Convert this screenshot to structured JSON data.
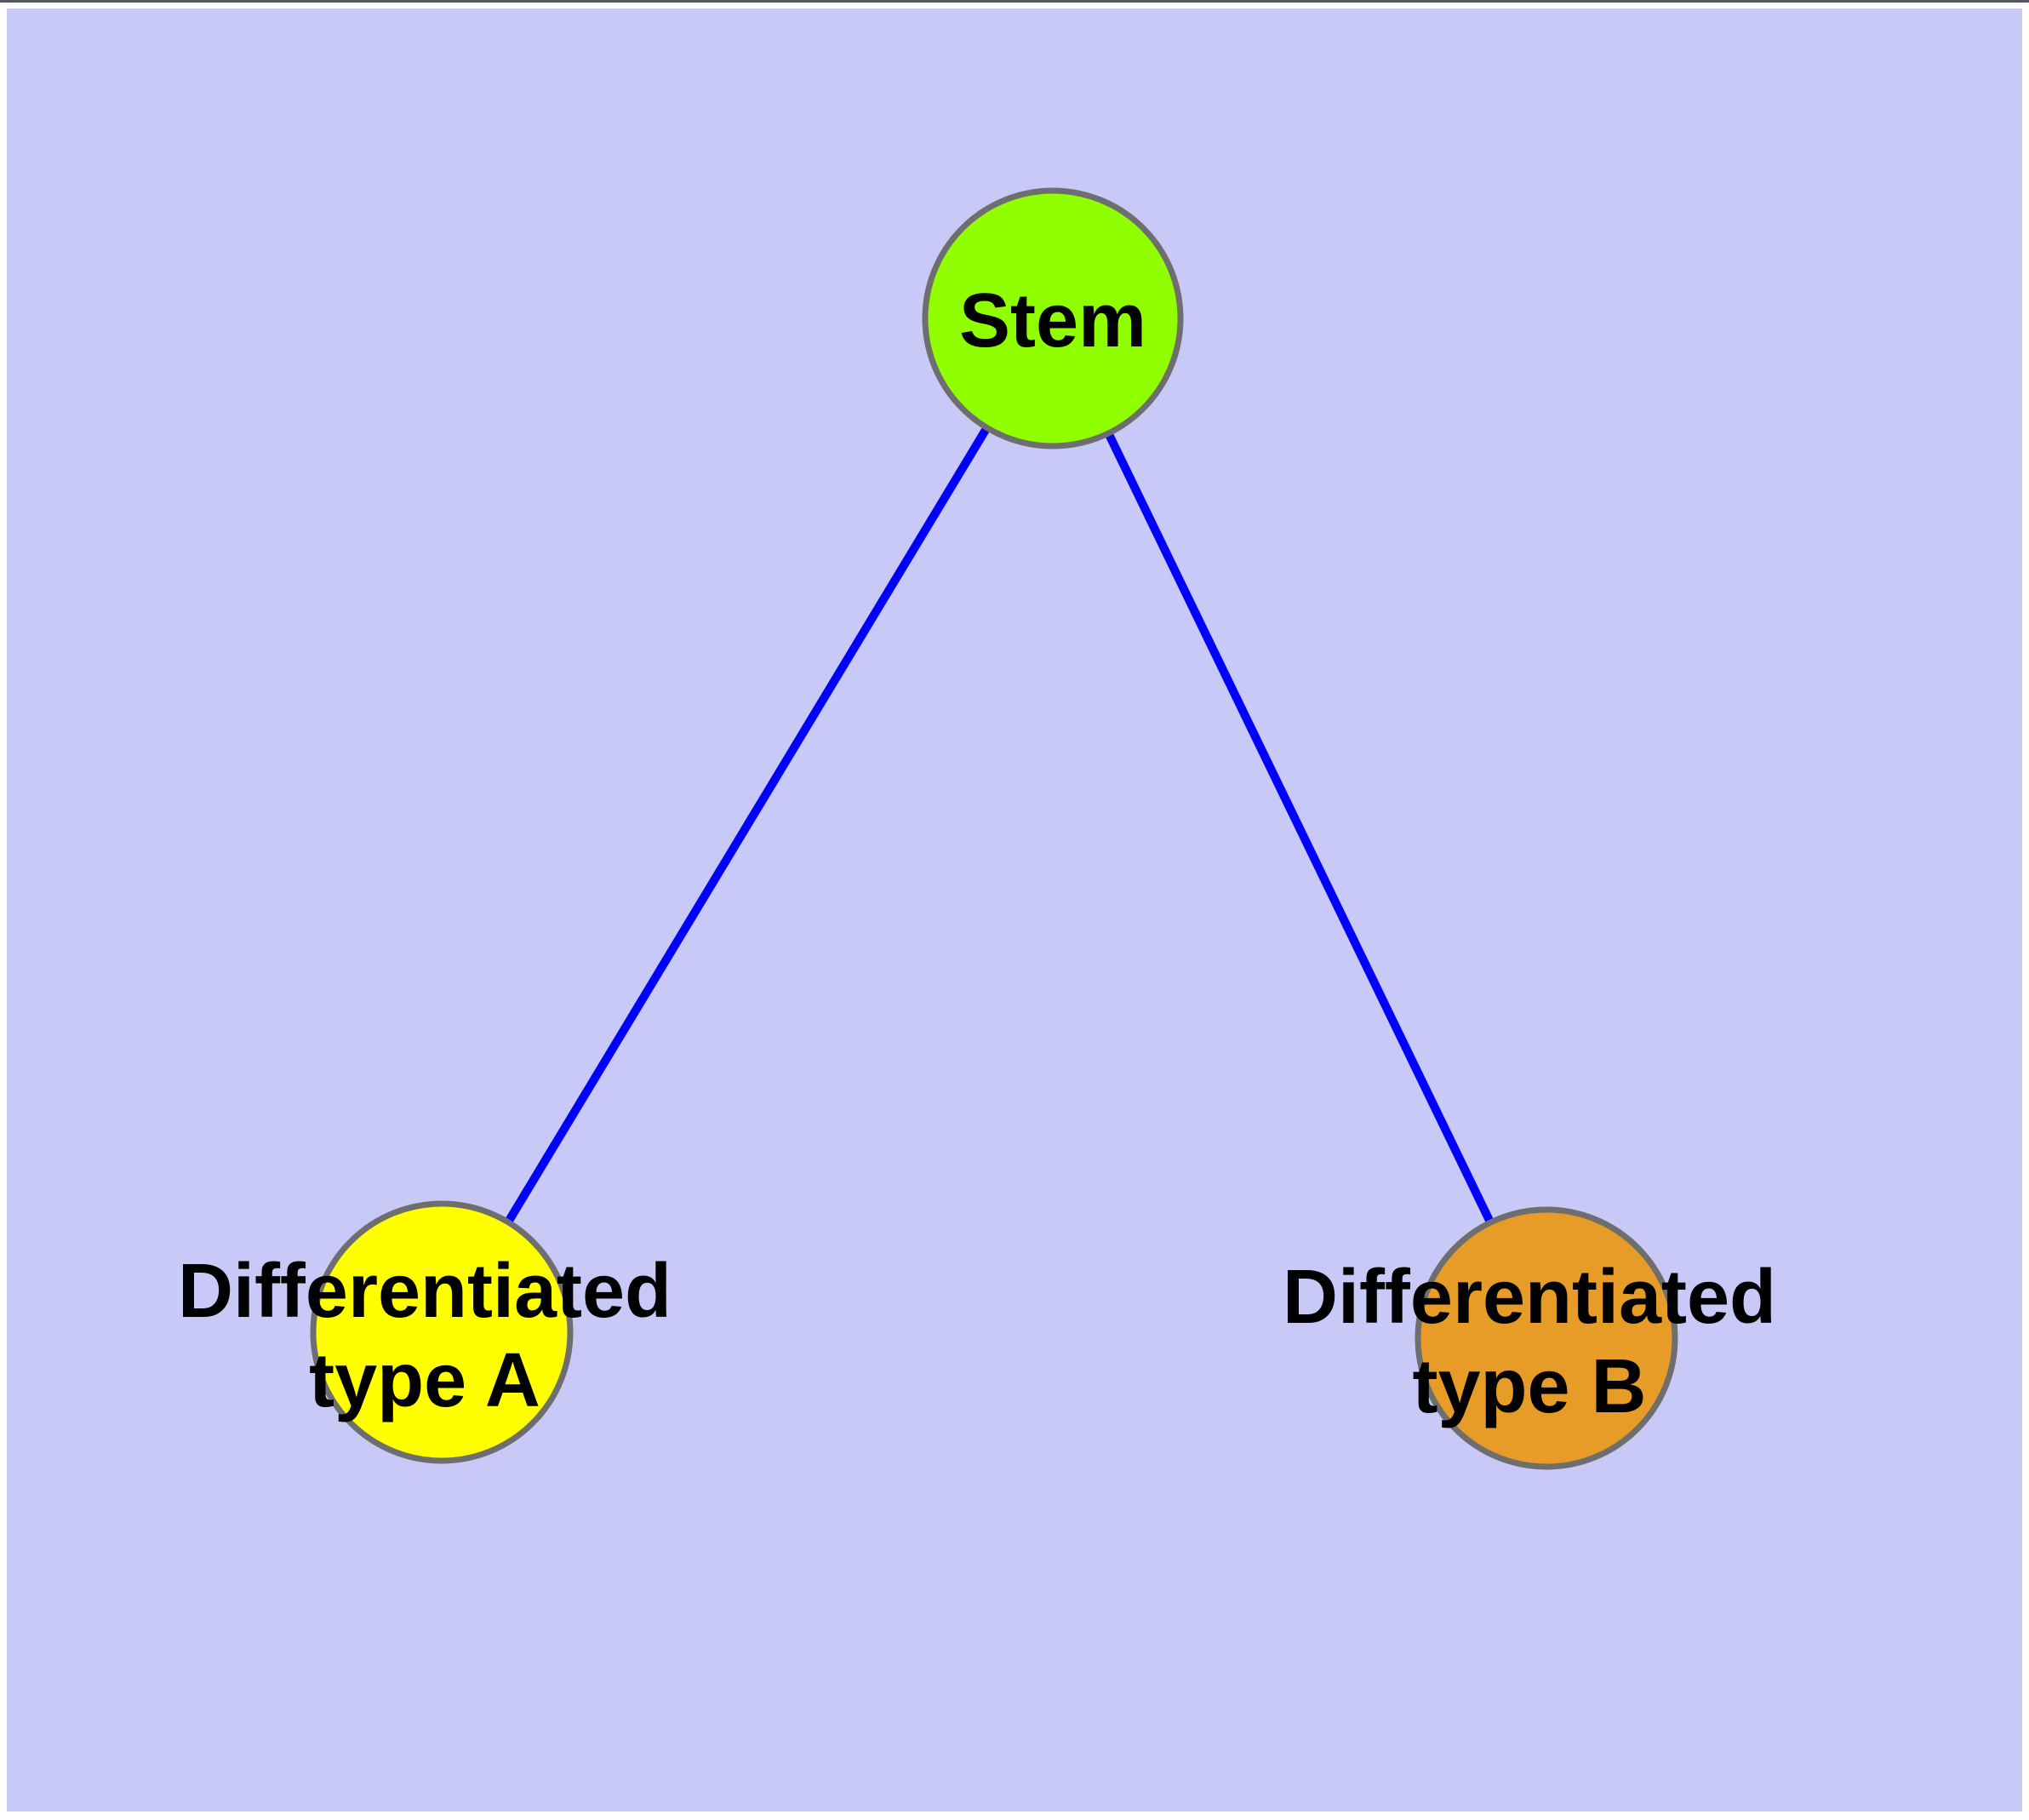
{
  "diagram": {
    "background_color": "#C9C9F8",
    "frame_border_color": "#FFFFFF",
    "frame_top_line_color": "#55555E",
    "edge_color": "#0000FF",
    "node_border_color": "#6E6E6E",
    "text_color": "#000000",
    "nodes": {
      "stem": {
        "label": "Stem",
        "color": "#90FF00"
      },
      "type_a": {
        "label": "Differentiated type A",
        "label_line1": "Differentiated",
        "label_line2": "type A",
        "color": "#FFFF00"
      },
      "type_b": {
        "label": "Differentiated type B",
        "label_line1": "Differentiated",
        "label_line2": "type B",
        "color": "#E89C28"
      }
    },
    "edges": [
      {
        "from": "Stem",
        "to": "Differentiated type A"
      },
      {
        "from": "Stem",
        "to": "Differentiated type B"
      }
    ]
  }
}
